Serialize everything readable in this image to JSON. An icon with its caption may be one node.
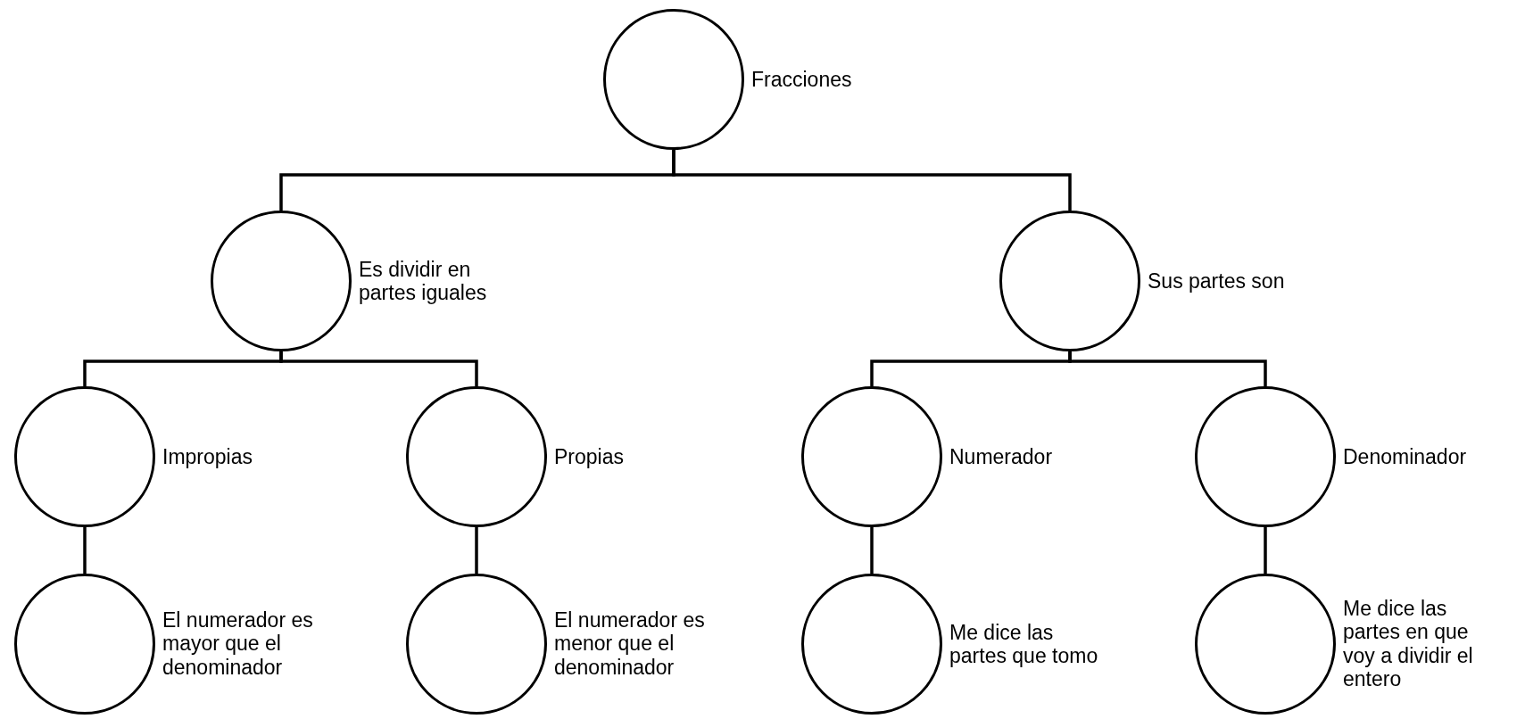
{
  "diagram": {
    "nodes": [
      {
        "text": [],
        "shape": "circle",
        "beside": [
          "Fracciones"
        ]
      },
      {
        "text": [],
        "shape": "circle",
        "beside": [
          "Es dividir en partes iguales"
        ]
      },
      {
        "text": [],
        "shape": "circle",
        "beside": [
          "Sus partes son"
        ]
      },
      {
        "text": [],
        "shape": "circle",
        "beside": [
          "Impropias"
        ]
      },
      {
        "text": [],
        "shape": "circle",
        "beside": [
          "Propias"
        ]
      },
      {
        "text": [],
        "shape": "circle",
        "beside": [
          "Numerador"
        ]
      },
      {
        "text": [],
        "shape": "circle",
        "beside": [
          "Denominador"
        ]
      },
      {
        "text": [],
        "shape": "circle",
        "beside": [
          "El numerador es mayor que el denominador"
        ]
      },
      {
        "text": [],
        "shape": "circle",
        "beside": [
          "El numerador es menor que el denominador"
        ]
      },
      {
        "text": [],
        "shape": "circle",
        "beside": [
          "Me dice las partes que tomo"
        ]
      },
      {
        "text": [],
        "shape": "circle",
        "beside": [
          "Me dice las partes en que voy a dividir el entero"
        ]
      }
    ],
    "edges": [
      {
        "from": 0,
        "to": 1,
        "arrow": "none"
      },
      {
        "from": 0,
        "to": 2,
        "arrow": "none"
      },
      {
        "from": 1,
        "to": 3,
        "arrow": "none"
      },
      {
        "from": 1,
        "to": 4,
        "arrow": "none"
      },
      {
        "from": 2,
        "to": 5,
        "arrow": "none"
      },
      {
        "from": 2,
        "to": 6,
        "arrow": "none"
      },
      {
        "from": 3,
        "to": 7,
        "arrow": "none"
      },
      {
        "from": 4,
        "to": 8,
        "arrow": "none"
      },
      {
        "from": 5,
        "to": 9,
        "arrow": "none"
      },
      {
        "from": 6,
        "to": 10,
        "arrow": "none"
      }
    ]
  }
}
